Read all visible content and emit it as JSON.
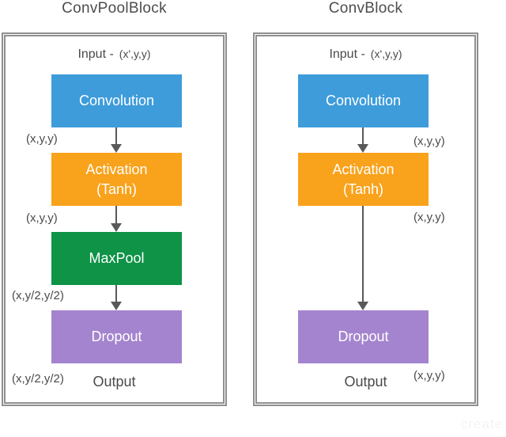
{
  "watermark": "create",
  "colors": {
    "blue": "#3e9cdb",
    "orange": "#f9a21b",
    "green": "#0e9347",
    "purple": "#a484ce",
    "border_gray": "#8f8f8f",
    "arrow_gray": "#595959",
    "text_gray": "#4a4a4a"
  },
  "diagrams": {
    "convpool": {
      "title": "ConvPoolBlock",
      "input_label": "Input -",
      "input_shape": "(x',y,y)",
      "nodes": {
        "convolution": {
          "label": "Convolution"
        },
        "activation": {
          "label": "Activation",
          "sublabel": "(Tanh)"
        },
        "maxpool": {
          "label": "MaxPool"
        },
        "dropout": {
          "label": "Dropout"
        }
      },
      "edge_labels": {
        "conv_to_activation": "(x,y,y)",
        "activation_to_maxpool": "(x,y,y)",
        "maxpool_to_dropout": "(x,y/2,y/2)"
      },
      "output_shape": "(x,y/2,y/2)",
      "output_label": "Output"
    },
    "conv": {
      "title": "ConvBlock",
      "input_label": "Input -",
      "input_shape": "(x',y,y)",
      "nodes": {
        "convolution": {
          "label": "Convolution"
        },
        "activation": {
          "label": "Activation",
          "sublabel": "(Tanh)"
        },
        "dropout": {
          "label": "Dropout"
        }
      },
      "edge_labels": {
        "conv_to_activation": "(x,y,y)",
        "activation_to_dropout": "(x,y,y)"
      },
      "output_shape": "(x,y,y)",
      "output_label": "Output"
    }
  }
}
